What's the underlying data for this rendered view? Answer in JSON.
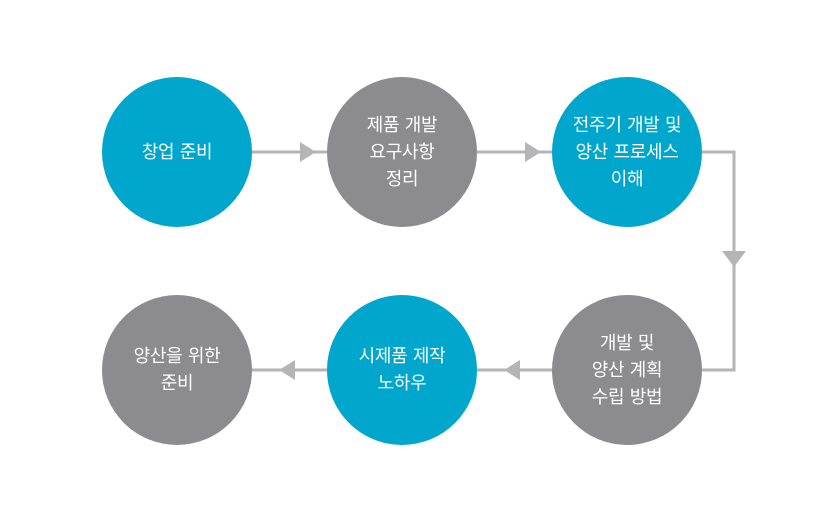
{
  "diagram": {
    "colors": {
      "primary": "#00a6cb",
      "secondary": "#8c8c8e",
      "connector": "#b5b5b7",
      "text": "#ffffff"
    },
    "steps": [
      {
        "label": "창업 준비",
        "color": "blue"
      },
      {
        "label": "제품 개발\n요구사항\n정리",
        "color": "gray"
      },
      {
        "label": "전주기 개발 및\n양산 프로세스\n이해",
        "color": "blue"
      },
      {
        "label": "개발 및\n양산 계획\n수립 방법",
        "color": "gray"
      },
      {
        "label": "시제품 제작\n노하우",
        "color": "blue"
      },
      {
        "label": "양산을 위한\n준비",
        "color": "gray"
      }
    ]
  }
}
